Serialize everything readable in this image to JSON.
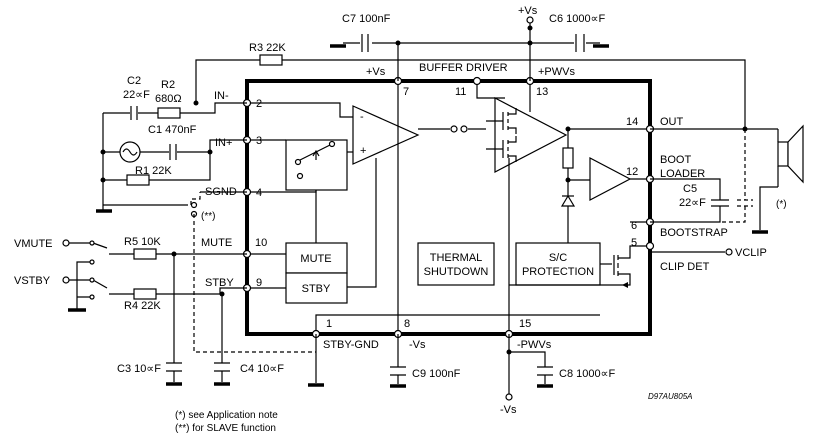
{
  "caps": {
    "c7": "C7 100nF",
    "c6": "C6 1000∝F",
    "c2_name": "C2",
    "c2_val": "22∝F",
    "c1": "C1 470nF",
    "c5_name": "C5",
    "c5_val": "22∝F",
    "c3": "C3 10∝F",
    "c4": "C4 10∝F",
    "c9": "C9 100nF",
    "c8": "C8 1000∝F"
  },
  "resistors": {
    "r3": "R3 22K",
    "r2_name": "R2",
    "r2_val": "680Ω",
    "r1": "R1 22K",
    "r5": "R5 10K",
    "r4": "R4 22K"
  },
  "supplies": {
    "vs_top": "+Vs",
    "vs_in": "+Vs",
    "pwvs_in": "+PWVs",
    "neg_vs": "-Vs",
    "neg_pwvs": "-PWVs",
    "neg_vs_bottom": "-Vs"
  },
  "pin_labels": {
    "in_minus": "IN-",
    "in_plus": "IN+",
    "sgnd": "SGND",
    "mute": "MUTE",
    "stby": "STBY",
    "out": "OUT",
    "boot_loader_1": "BOOT",
    "boot_loader_2": "LOADER",
    "bootstrap": "BOOTSTRAP",
    "clip_det": "CLIP DET",
    "stby_gnd": "STBY-GND"
  },
  "pin_numbers": {
    "p2": "2",
    "p3": "3",
    "p4": "4",
    "p10": "10",
    "p9": "9",
    "p7": "7",
    "p11": "11",
    "p13": "13",
    "p14": "14",
    "p12": "12",
    "p6": "6",
    "p5": "5",
    "p1": "1",
    "p8": "8",
    "p15": "15"
  },
  "blocks": {
    "buffer_driver": "BUFFER DRIVER",
    "thermal_1": "THERMAL",
    "thermal_2": "SHUTDOWN",
    "sc_1": "S/C",
    "sc_2": "PROTECTION",
    "mute": "MUTE",
    "stby": "STBY"
  },
  "external": {
    "vmute": "VMUTE",
    "vstby": "VSTBY",
    "vclip": "VCLIP",
    "slave_marker": "(**)",
    "app_marker": "(*)",
    "plus": "+",
    "minus": "-"
  },
  "footnotes": {
    "note1": "(*) see Application note",
    "note2": "(**) for SLAVE function"
  },
  "drawing_code": "D97AU805A"
}
